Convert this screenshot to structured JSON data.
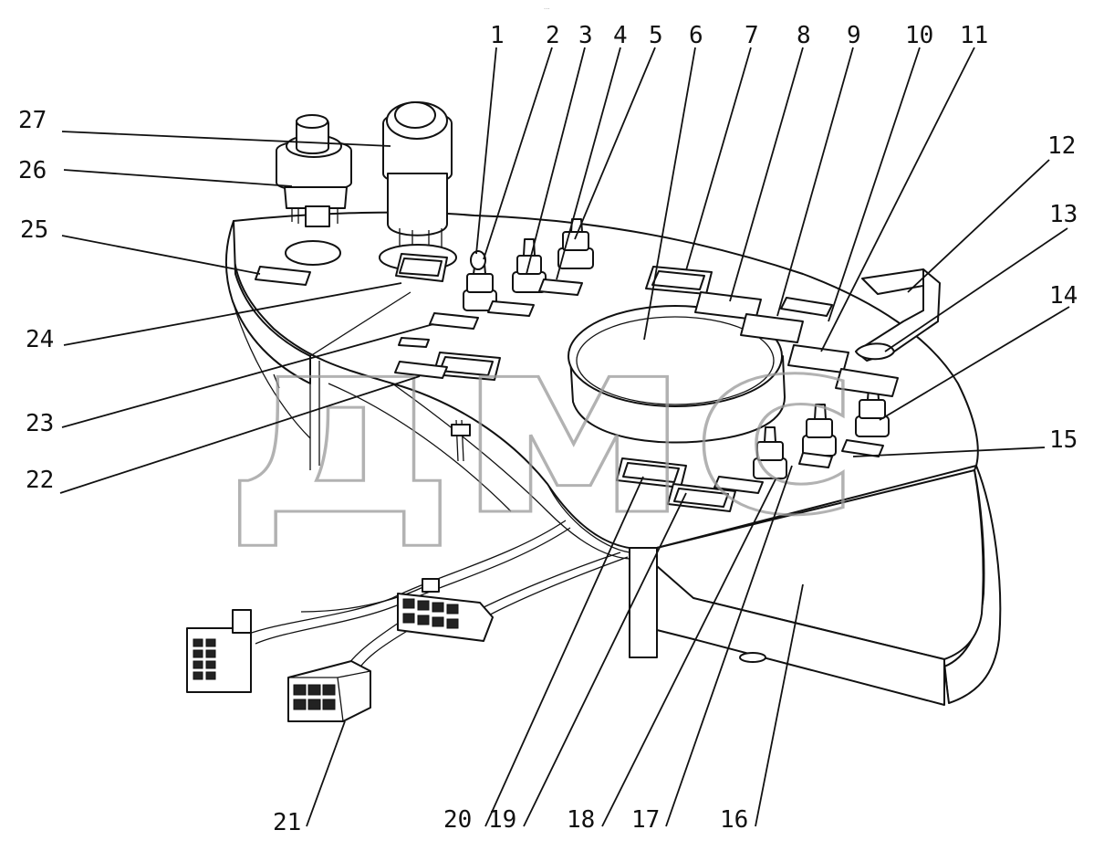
{
  "diagram": {
    "header_mark": "···",
    "watermark": "дмс",
    "callouts": [
      "1",
      "2",
      "3",
      "4",
      "5",
      "6",
      "7",
      "8",
      "9",
      "10",
      "11",
      "12",
      "13",
      "14",
      "15",
      "16",
      "17",
      "18",
      "19",
      "20",
      "21",
      "22",
      "23",
      "24",
      "25",
      "26",
      "27"
    ]
  }
}
